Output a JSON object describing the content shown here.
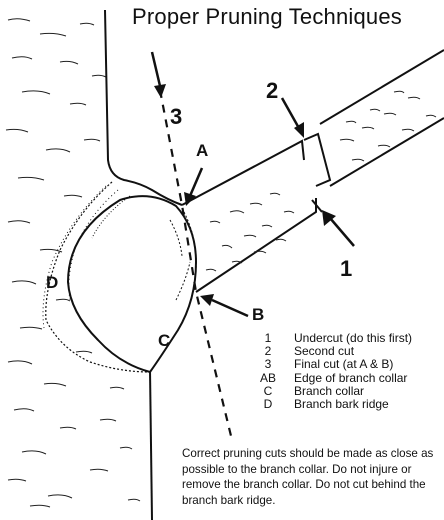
{
  "title": "Proper Pruning Techniques",
  "labels": {
    "cut1": "1",
    "cut2": "2",
    "cut3": "3",
    "a": "A",
    "b": "B",
    "c": "C",
    "d": "D"
  },
  "legend": [
    {
      "key": "1",
      "text": "Undercut (do this first)"
    },
    {
      "key": "2",
      "text": "Second cut"
    },
    {
      "key": "3",
      "text": "Final cut (at A & B)"
    },
    {
      "key": "AB",
      "text": "Edge of branch collar"
    },
    {
      "key": "C",
      "text": "Branch collar"
    },
    {
      "key": "D",
      "text": "Branch bark ridge"
    }
  ],
  "note": "Correct pruning cuts should be made as close as possible to the branch collar.  Do not injure or remove the branch collar.  Do not cut behind the branch bark ridge.",
  "colors": {
    "ink": "#111111",
    "paper": "#ffffff"
  }
}
